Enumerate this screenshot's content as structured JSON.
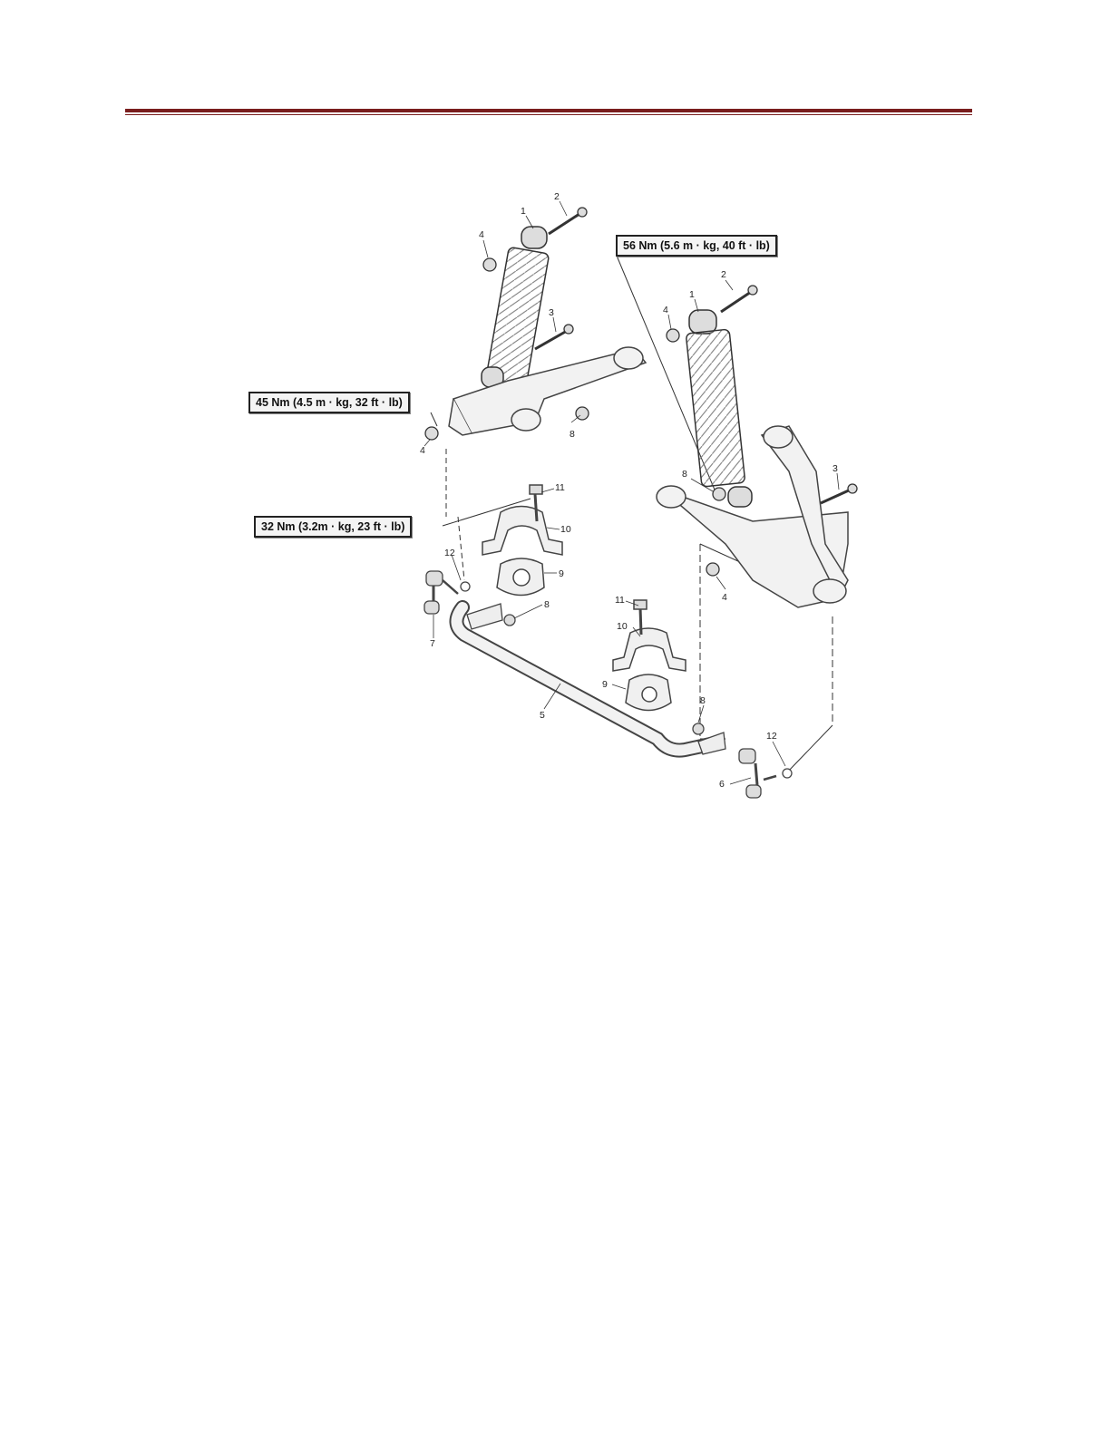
{
  "colors": {
    "header_rule": "#7a1e1e"
  },
  "torque_specs": [
    {
      "id": "t56",
      "text": "56 Nm (5.6 m · kg, 40 ft · lb)"
    },
    {
      "id": "t45",
      "text": "45 Nm (4.5 m · kg, 32 ft · lb)"
    },
    {
      "id": "t32",
      "text": "32 Nm (3.2m · kg, 23 ft · lb)"
    }
  ],
  "callouts": {
    "c1a": "1",
    "c2a": "2",
    "c3a": "3",
    "c4a": "4",
    "c4b": "4",
    "c8a": "8",
    "c1b": "1",
    "c2b": "2",
    "c3b": "3",
    "c4c": "4",
    "c4d": "4",
    "c8b": "8",
    "c11a": "11",
    "c10a": "10",
    "c9a": "9",
    "c12a": "12",
    "c7": "7",
    "c8c": "8",
    "c11b": "11",
    "c10b": "10",
    "c9b": "9",
    "c5": "5",
    "c8d": "8",
    "c12b": "12",
    "c6": "6"
  }
}
